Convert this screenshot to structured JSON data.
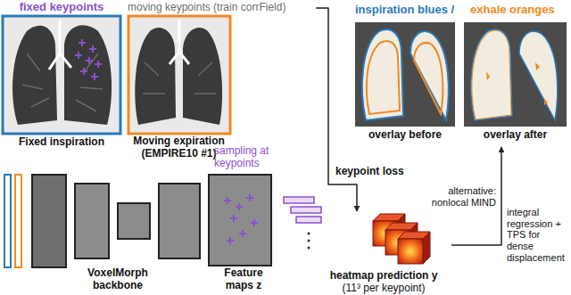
{
  "diagram": {
    "nodes": [
      {
        "text": [
          "fixed keypoints",
          "Fixed inspiration"
        ]
      },
      {
        "text": [
          "moving keypoints (train corrField)",
          "Moving expiration (EMPIRE10 #1)"
        ]
      },
      {
        "text": [
          "overlay before"
        ]
      },
      {
        "text": [
          "overlay after"
        ]
      },
      {
        "text": [
          "VoxelMorph backbone"
        ]
      },
      {
        "text": [
          "sampling at keypoints",
          "Feature maps z"
        ]
      },
      {
        "text": [
          "heatmap prediction y",
          "(11³ per keypoint)"
        ]
      }
    ],
    "edges": [
      {
        "from": 1,
        "to": 6,
        "arrow": "to"
      },
      {
        "from": 6,
        "to": 3,
        "arrow": "to",
        "label": "integral regression + TPS for dense displacement"
      }
    ],
    "labels": [
      "inspiration blues /",
      "exhale oranges",
      "keypoint loss",
      "alternative: nonlocal MIND"
    ]
  }
}
